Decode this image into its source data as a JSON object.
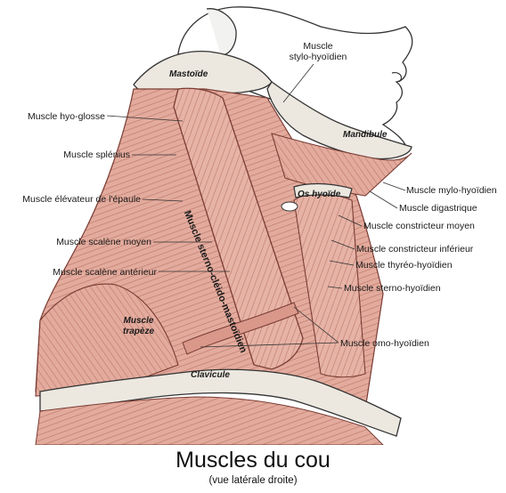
{
  "title": "Muscles du cou",
  "subtitle": "(vue latérale droite)",
  "colors": {
    "muscle": "#e6b3a6",
    "muscle_dark": "#b06a5e",
    "bone": "#ece8e0",
    "line": "#333333"
  },
  "labels": {
    "stylo_hyoidien": "Muscle\nstylo-hyoïdien",
    "hyo_glosse": "Muscle hyo-glosse",
    "splenius": "Muscle splénius",
    "elevateur": "Muscle élévateur de l'épaule",
    "scalene_moyen": "Muscle scalène moyen",
    "scalene_anterieur": "Muscle scalène antérieur",
    "mylo_hyoidien": "Muscle mylo-hyoïdien",
    "digastrique": "Muscle digastrique",
    "constricteur_moyen": "Muscle constricteur moyen",
    "constricteur_inferieur": "Muscle constricteur inférieur",
    "thyreo_hyoidien": "Muscle thyréo-hyoïdien",
    "sterno_hyoidien": "Muscle sterno-hyoïdien",
    "omo_hyoidien": "Muscle omo-hyoïdien"
  },
  "inner_labels": {
    "mastoide": "Mastoïde",
    "mandibule": "Mandibule",
    "os_hyoide": "Os hyoïde",
    "clavicule": "Clavicule",
    "trapeze": "Muscle\ntrapèze",
    "sterno_cleido": "Muscle sterno-cléido-mastoïdien"
  }
}
